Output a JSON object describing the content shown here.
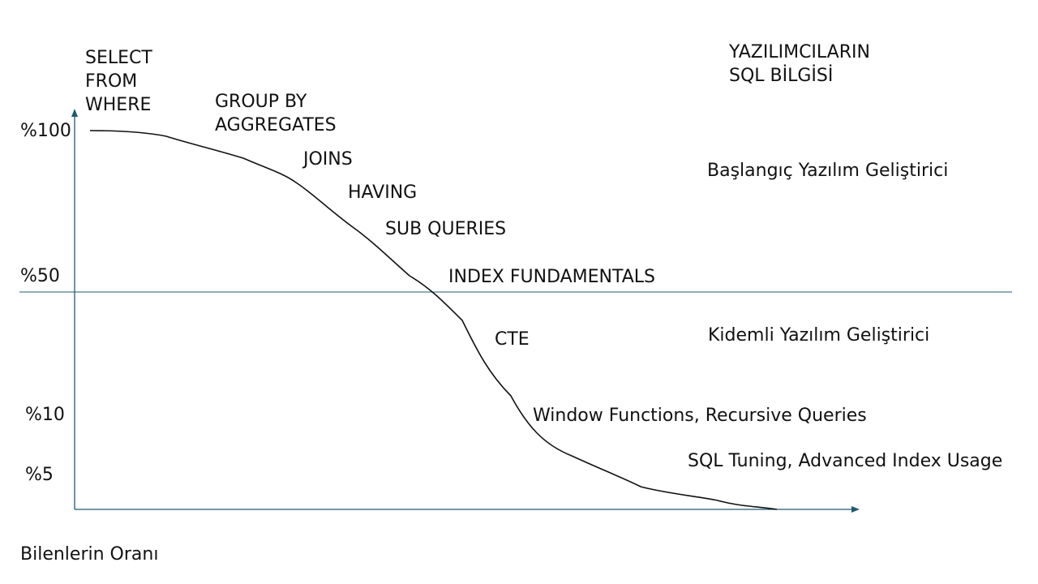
{
  "title_lines": [
    "YAZILIMCILARIN",
    "SQL BİLGİSİ"
  ],
  "y_axis_ticks": [
    "%100",
    "%50",
    "%10",
    "%5"
  ],
  "x_axis_label": "Bilenlerin Oranı",
  "topics": [
    {
      "lines": [
        "SELECT",
        "FROM",
        "WHERE"
      ]
    },
    {
      "lines": [
        "GROUP BY",
        "AGGREGATES"
      ]
    },
    {
      "lines": [
        "JOINS"
      ]
    },
    {
      "lines": [
        "HAVING"
      ]
    },
    {
      "lines": [
        "SUB QUERIES"
      ]
    },
    {
      "lines": [
        "INDEX FUNDAMENTALS"
      ]
    },
    {
      "lines": [
        "CTE"
      ]
    },
    {
      "lines": [
        "Window Functions, Recursive Queries"
      ]
    },
    {
      "lines": [
        "SQL Tuning, Advanced Index Usage"
      ]
    }
  ],
  "regions": {
    "upper": "Başlangıç Yazılım Geliştirici",
    "lower": "Kidemli Yazılım Geliştirici"
  },
  "colors": {
    "axis": "#1f5a73",
    "curve": "#111111",
    "text": "#111111"
  }
}
